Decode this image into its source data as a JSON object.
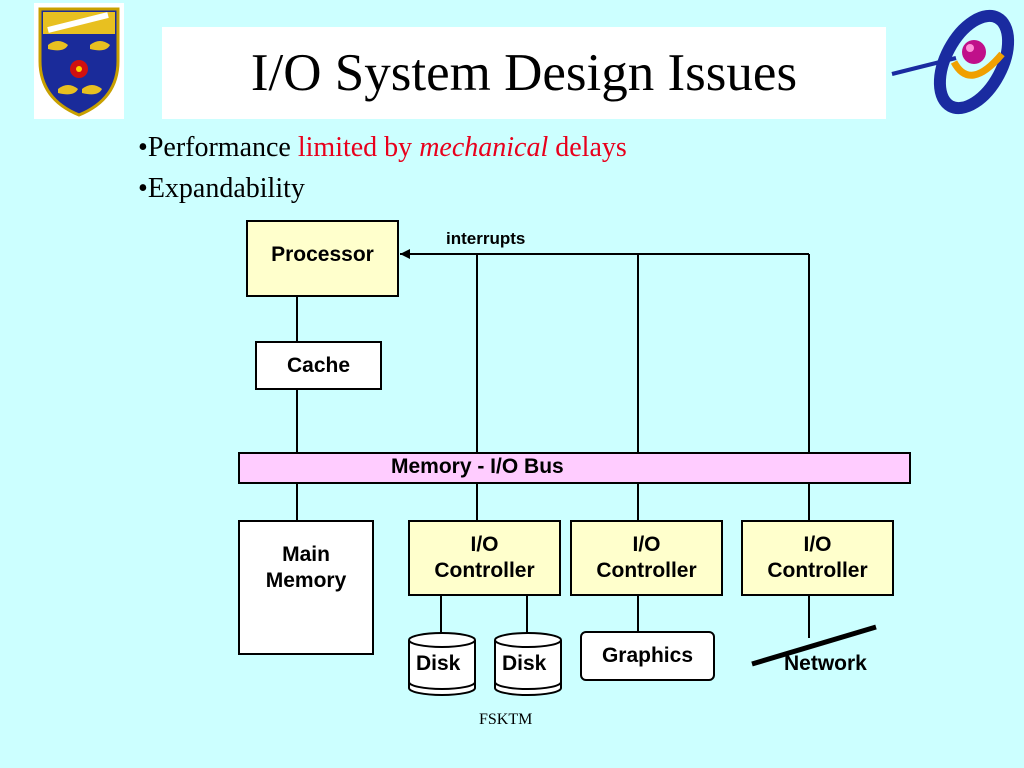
{
  "slide": {
    "title": "I/O System Design Issues",
    "footer": "FSKTM",
    "accent_red": "#e8001c",
    "background": "#ccffff"
  },
  "bullets": {
    "b1_bullet": "•",
    "b1_part1": "Performance ",
    "b1_part2": "limited by ",
    "b1_part3": "mechanical",
    "b1_part4": " delays",
    "b2_bullet": "•",
    "b2_text": "Expandability"
  },
  "diagram": {
    "processor": "Processor",
    "cache": "Cache",
    "interrupts": "interrupts",
    "bus": "Memory - I/O Bus",
    "main_memory_line1": "Main",
    "main_memory_line2": "Memory",
    "io_line1": "I/O",
    "io_line2": "Controller",
    "disk1": "Disk",
    "disk2": "Disk",
    "graphics": "Graphics",
    "network": "Network"
  },
  "icons": {
    "left_logo": "university-crest-logo",
    "right_logo": "fsktm-logo"
  }
}
